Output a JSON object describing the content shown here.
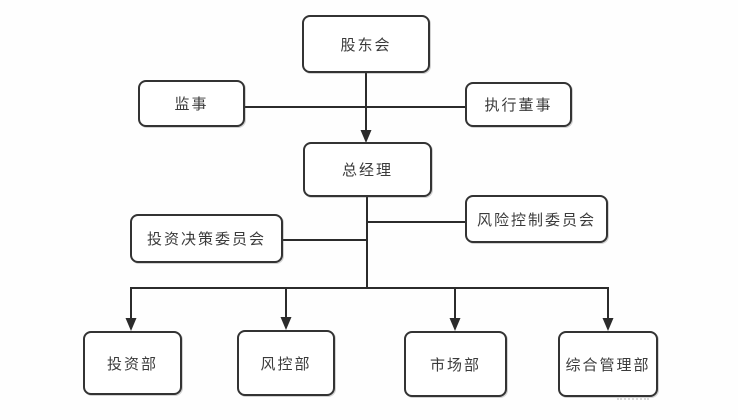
{
  "diagram": {
    "type": "org-chart",
    "nodes": {
      "shareholders": {
        "label": "股东会"
      },
      "supervisor": {
        "label": "监事"
      },
      "executive_director": {
        "label": "执行董事"
      },
      "general_manager": {
        "label": "总经理"
      },
      "investment_committee": {
        "label": "投资决策委员会"
      },
      "risk_committee": {
        "label": "风险控制委员会"
      },
      "dept_investment": {
        "label": "投资部"
      },
      "dept_risk": {
        "label": "风控部"
      },
      "dept_market": {
        "label": "市场部"
      },
      "dept_admin": {
        "label": "综合管理部"
      }
    },
    "edges": [
      {
        "from": "shareholders",
        "to": "general_manager",
        "arrow": true
      },
      {
        "from": "supervisor",
        "to": "executive_director",
        "arrow": false
      },
      {
        "from": "investment_committee",
        "to": "general_manager",
        "arrow": false
      },
      {
        "from": "risk_committee",
        "to": "general_manager",
        "arrow": false
      },
      {
        "from": "general_manager",
        "to": "dept_investment",
        "arrow": true
      },
      {
        "from": "general_manager",
        "to": "dept_risk",
        "arrow": true
      },
      {
        "from": "general_manager",
        "to": "dept_market",
        "arrow": true
      },
      {
        "from": "general_manager",
        "to": "dept_admin",
        "arrow": true
      }
    ],
    "colors": {
      "line": "#2b2b2b",
      "box_border": "#333333",
      "box_fill": "#ffffff",
      "text": "#3b3b3b",
      "background": "#fefefe"
    }
  }
}
